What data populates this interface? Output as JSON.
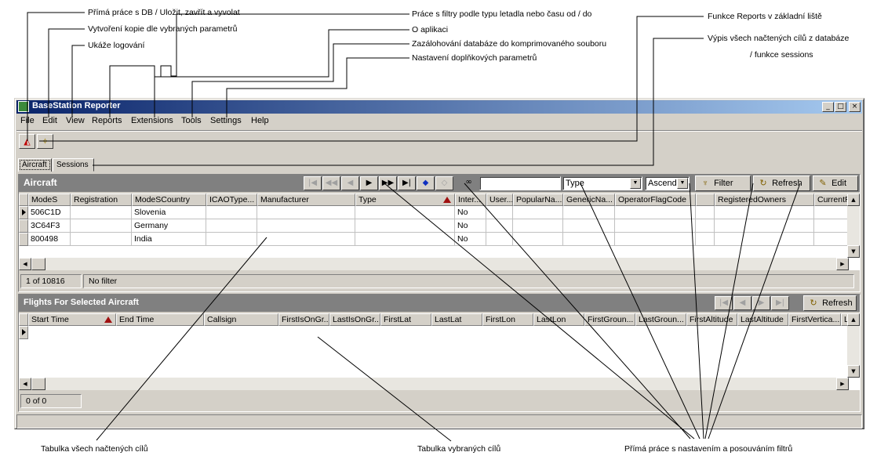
{
  "annotations": {
    "top": [
      "Přímá práce s DB / Uložit, zavřít a vyvolat",
      "Vytvoření kopie dle vybraných parametrů",
      "Ukáže logování",
      "Práce s filtry podle typu letadla nebo času od / do",
      "O aplikaci",
      "Zazálohování databáze do komprimovaného souboru",
      "Nastavení doplňkových parametrů",
      "Funkce Reports v základní liště",
      "Výpis všech načtených cílů z databáze",
      "/ funkce sessions"
    ],
    "bottom": [
      "Tabulka všech načtených cílů",
      "Tabulka vybraných cílů",
      "Přímá práce s nastavením a posouváním filtrů"
    ]
  },
  "window": {
    "title": "BaseStation Reporter",
    "caption_buttons": [
      "_",
      "□",
      "×"
    ]
  },
  "menu": [
    "File",
    "Edit",
    "View",
    "Reports",
    "Extensions",
    "Tools",
    "Settings",
    "Help"
  ],
  "toolbar": {
    "buttons": [
      "report-icon",
      "wand-icon"
    ]
  },
  "tabs": [
    "Aircraft",
    "Sessions"
  ],
  "aircraft_panel": {
    "title": "Aircraft",
    "nav_icons": [
      "first-icon",
      "prev-page-icon",
      "prev-icon",
      "next-icon",
      "next-page-icon",
      "last-icon",
      "bookmark-icon",
      "clear-icon",
      "binoculars-icon"
    ],
    "search_value": "",
    "filter_field": "Type",
    "sort_order": "Ascend",
    "buttons": {
      "filter": "Filter",
      "refresh": "Refresh",
      "edit": "Edit"
    },
    "columns": [
      "ModeS",
      "Registration",
      "ModeSCountry",
      "ICAOType...",
      "Manufacturer",
      "Type",
      "Inter...",
      "User...",
      "PopularNa...",
      "GenericNa...",
      "OperatorFlagCode",
      "",
      "RegisteredOwners",
      "CurrentRe"
    ],
    "rows": [
      [
        "506C1D",
        "",
        "Slovenia",
        "",
        "",
        "",
        "No",
        "",
        "",
        "",
        "",
        "",
        "",
        ""
      ],
      [
        "3C64F3",
        "",
        "Germany",
        "",
        "",
        "",
        "No",
        "",
        "",
        "",
        "",
        "",
        "",
        ""
      ],
      [
        "800498",
        "",
        "India",
        "",
        "",
        "",
        "No",
        "",
        "",
        "",
        "",
        "",
        "",
        ""
      ]
    ],
    "status": {
      "position": "1 of 10816",
      "filter": "No filter"
    }
  },
  "flights_panel": {
    "title": "Flights For Selected Aircraft",
    "refresh": "Refresh",
    "columns": [
      "Start Time",
      "End Time",
      "Callsign",
      "FirstIsOnGr...",
      "LastIsOnGr...",
      "FirstLat",
      "LastLat",
      "FirstLon",
      "LastLon",
      "FirstGroun...",
      "LastGroun...",
      "FirstAltitude",
      "LastAltitude",
      "FirstVertica...",
      "L"
    ],
    "status": "0 of 0"
  },
  "colors": {
    "title_start": "#0a246a",
    "title_end": "#a6caf0",
    "panel_head": "#808080",
    "face": "#d4d0c8"
  }
}
